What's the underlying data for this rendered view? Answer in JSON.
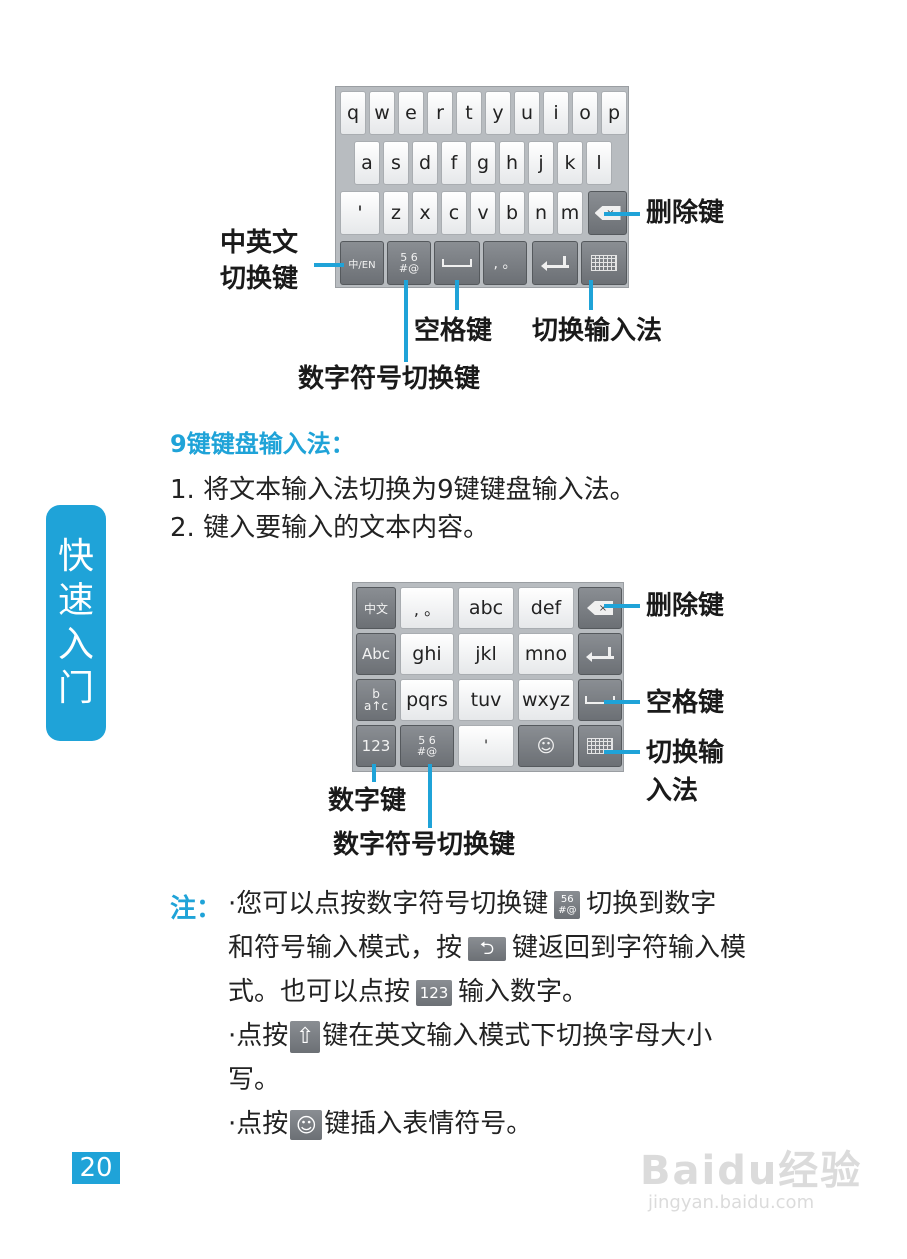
{
  "kb1": {
    "row1": [
      "q",
      "w",
      "e",
      "r",
      "t",
      "y",
      "u",
      "i",
      "o",
      "p"
    ],
    "row2": [
      "a",
      "s",
      "d",
      "f",
      "g",
      "h",
      "j",
      "k",
      "l"
    ],
    "row3": [
      "'",
      "z",
      "x",
      "c",
      "v",
      "b",
      "n",
      "m"
    ],
    "lang_key": "中/EN",
    "num_sym_key_top": "5 6",
    "num_sym_key_bottom": "#@",
    "punct_key": ", 。",
    "bsp_glyph": "×"
  },
  "kb1_callouts": {
    "delete": "删除键",
    "lang_switch_line1": "中英文",
    "lang_switch_line2": "切换键",
    "space": "空格键",
    "switch_input": "切换输入法",
    "num_sym": "数字符号切换键"
  },
  "section": {
    "heading": "9键键盘输入法：",
    "step1": "1. 将文本输入法切换为9键键盘输入法。",
    "step2": "2. 键入要输入的文本内容。"
  },
  "kb2": {
    "r1": [
      "中文",
      ", 。",
      "abc",
      "def"
    ],
    "r2": [
      "Abc",
      "ghi",
      "jkl",
      "mno"
    ],
    "r3_first_top": "b",
    "r3_first_bottom": "a↑c",
    "r3": [
      "pqrs",
      "tuv",
      "wxyz"
    ],
    "r4_num": "123",
    "r4_sym_top": "5 6",
    "r4_sym_bottom": "#@",
    "r4_quote": "'",
    "r4_emoji": "☺",
    "bsp_glyph": "×"
  },
  "kb2_callouts": {
    "delete": "删除键",
    "space": "空格键",
    "switch_line1": "切换输",
    "switch_line2": "入法",
    "num": "数字键",
    "num_sym": "数字符号切换键"
  },
  "note": {
    "label": "注：",
    "l1a": "·您可以点按数字符号切换键",
    "l1b": "切换到数字",
    "l2a": "和符号输入模式，按",
    "l2b": "键返回到字符输入模",
    "l3a": "式。也可以点按",
    "l3b": "输入数字。",
    "l4a": "·点按",
    "l4b": "键在英文输入模式下切换字母大小",
    "l5": "写。",
    "l6a": "·点按",
    "l6b": "键插入表情符号。",
    "ico_sym_top": "56",
    "ico_sym_bottom": "#@",
    "ico_num": "123",
    "ico_emoji": "☺",
    "ico_shift": "⇧",
    "ico_back": "⮌"
  },
  "side_tab": [
    "快",
    "速",
    "入",
    "门"
  ],
  "page_number": "20",
  "watermark": {
    "brand": "Baidu经验",
    "url": "jingyan.baidu.com"
  },
  "colors": {
    "accent": "#1fa3d8",
    "key_dark": "#7a7e83",
    "key_light": "#f4f5f6"
  }
}
